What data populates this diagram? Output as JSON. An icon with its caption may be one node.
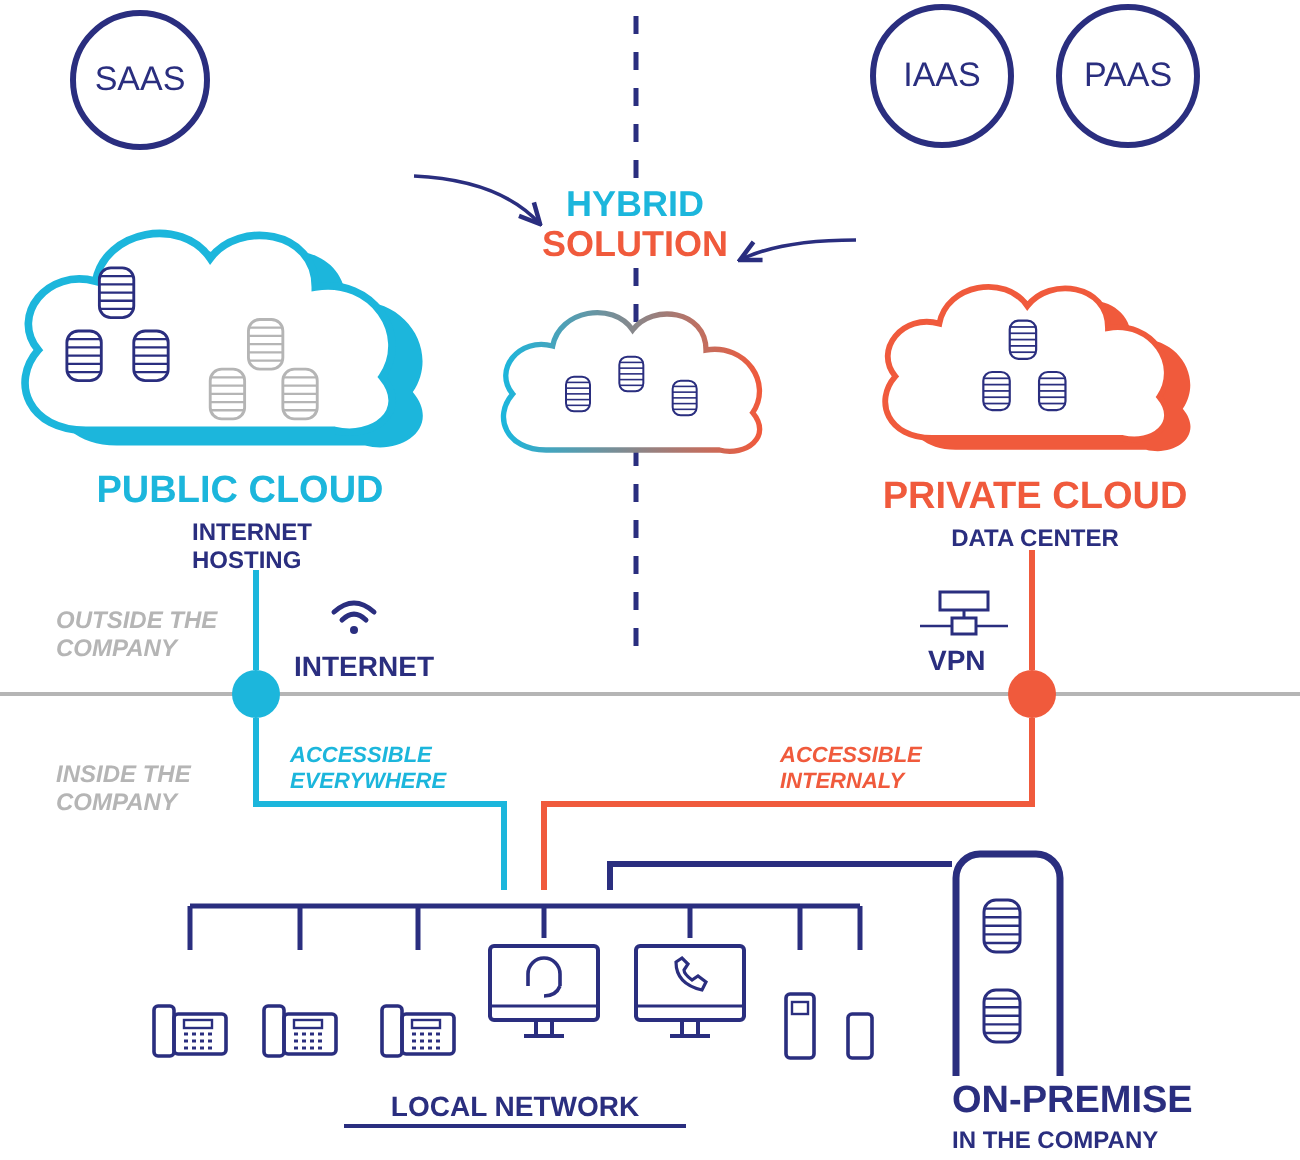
{
  "diagram": {
    "nodes": [
      {
        "text": [
          "SAAS"
        ]
      },
      {
        "text": [
          "IAAS"
        ]
      },
      {
        "text": [
          "PAAS"
        ]
      },
      {
        "text": [
          "PUBLIC CLOUD",
          "INTERNET HOSTING"
        ]
      },
      {
        "text": [
          "HYBRID",
          "SOLUTION"
        ]
      },
      {
        "text": [
          "PRIVATE CLOUD",
          "DATA CENTER"
        ]
      },
      {
        "text": [],
        "shape": "circle",
        "beside": [
          "INTERNET"
        ]
      },
      {
        "text": [],
        "shape": "circle",
        "beside": [
          "VPN"
        ]
      },
      {
        "text": [
          "LOCAL NETWORK"
        ]
      },
      {
        "text": [
          "ON-PREMISE",
          "IN THE COMPANY"
        ]
      }
    ],
    "edges": [
      {
        "from": null,
        "to": 4,
        "arrow": "to"
      },
      {
        "from": null,
        "to": 4,
        "arrow": "to"
      },
      {
        "from": 3,
        "to": 6,
        "arrow": "none",
        "color": "#1cb6dc"
      },
      {
        "from": 6,
        "to": 8,
        "arrow": "none",
        "label": "ACCESSIBLE EVERYWHERE",
        "color": "#1cb6dc"
      },
      {
        "from": 5,
        "to": 7,
        "arrow": "none",
        "color": "#f05a3c"
      },
      {
        "from": 7,
        "to": 8,
        "arrow": "none",
        "label": "ACCESSIBLE INTERNALY",
        "color": "#f05a3c"
      },
      {
        "from": 9,
        "to": 8,
        "arrow": "none"
      }
    ],
    "labels": [
      "OUTSIDE THE COMPANY",
      "INSIDE THE COMPANY"
    ]
  }
}
